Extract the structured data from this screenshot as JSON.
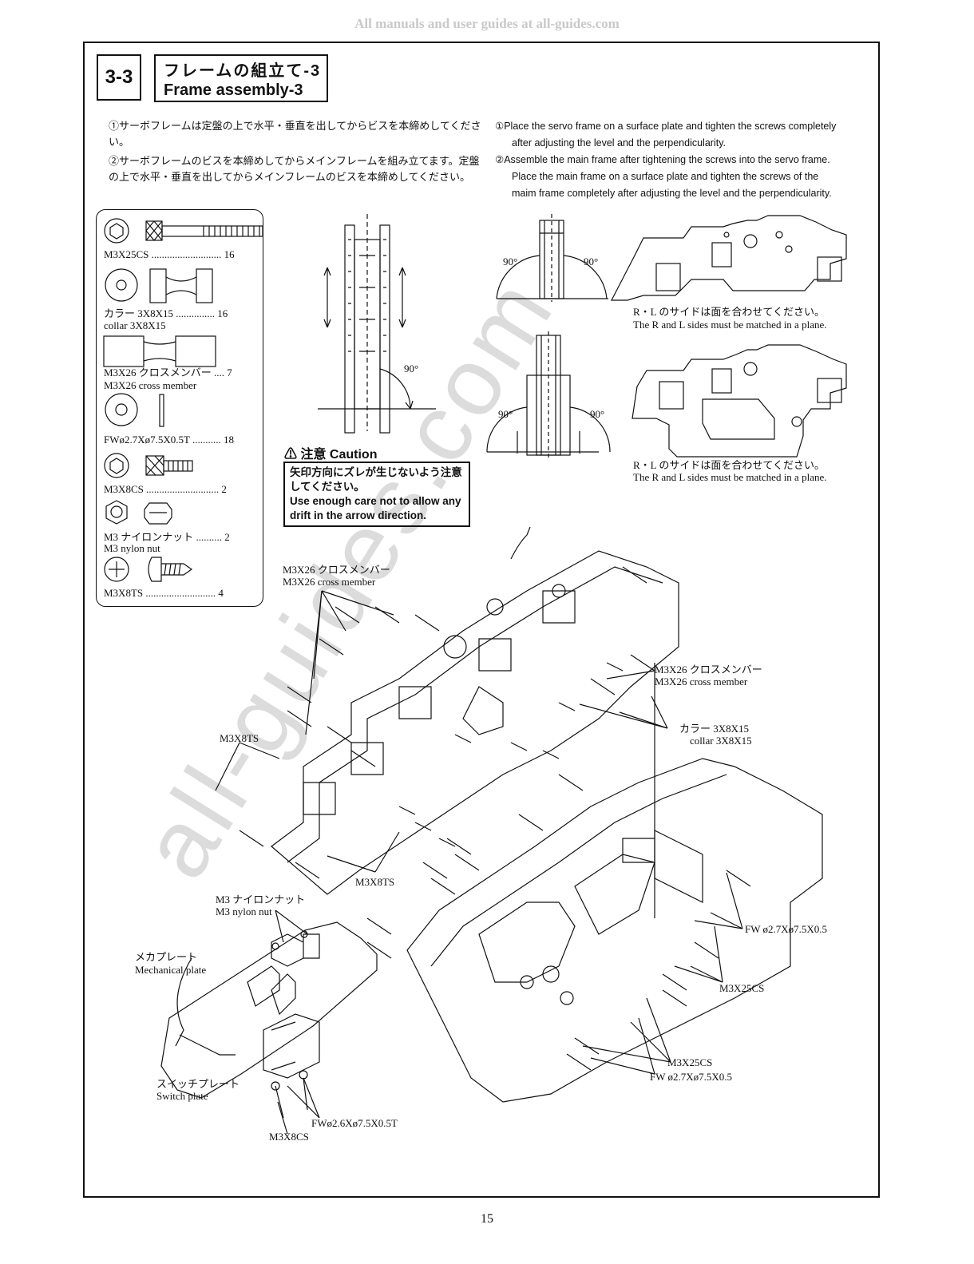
{
  "watermark": "All manuals and user guides at all-guides.com",
  "big_watermark": "all-guides.com",
  "step": {
    "number": "3-3",
    "title_jp": "フレームの組立て-3",
    "title_en": "Frame assembly-3"
  },
  "instructions_jp": [
    "①サーボフレームは定盤の上で水平・垂直を出してからビスを本締めしてください。",
    "②サーボフレームのビスを本締めしてからメインフレームを組み立てます。定盤の上で水平・垂直を出してからメインフレームのビスを本締めしてください。"
  ],
  "instructions_en": [
    "①Place the servo frame on a surface plate and tighten the screws completely",
    "after adjusting the level and the perpendicularity.",
    "②Assemble the main frame after tightening the screws into the servo frame.",
    "Place the main frame on a surface plate and tighten the screws of the",
    "maim frame completely after adjusting the level and the perpendicularity."
  ],
  "parts": [
    {
      "name": "M3X25CS ........................... 16",
      "sub": ""
    },
    {
      "name": "カラー 3X8X15  ............... 16",
      "sub": "collar 3X8X15"
    },
    {
      "name": "M3X26 クロスメンバー .... 7",
      "sub": "M3X26 cross member"
    },
    {
      "name": "FWø2.7Xø7.5X0.5T ........... 18",
      "sub": ""
    },
    {
      "name": "M3X8CS ............................ 2",
      "sub": ""
    },
    {
      "name": "M3 ナイロンナット .......... 2",
      "sub": "M3 nylon nut"
    },
    {
      "name": "M3X8TS   ........................... 4",
      "sub": ""
    }
  ],
  "angles": {
    "a1": "90°",
    "a2": "90°",
    "a3": "90°",
    "a4": "90°",
    "a5": "90°"
  },
  "rl_notes": [
    {
      "jp": "R・L のサイドは面を合わせてください。",
      "en": "The R and L sides must be matched in a plane."
    },
    {
      "jp": "R・L のサイドは面を合わせてください。",
      "en": "The R and L sides must be matched in a plane."
    }
  ],
  "caution": {
    "heading": "注意 Caution",
    "jp": "矢印方向にズレが生じないよう注意してください。",
    "en": "Use enough care not to allow any drift in the arrow direction."
  },
  "callouts": {
    "cross1_jp": "M3X26 クロスメンバー",
    "cross1_en": "M3X26 cross member",
    "cross2_jp": "M3X26 クロスメンバー",
    "cross2_en": "M3X26 cross member",
    "collar_jp": "カラー 3X8X15",
    "collar_en": "collar 3X8X15",
    "m3x8ts_1": "M3X8TS",
    "m3x8ts_2": "M3X8TS",
    "nut_jp": "M3 ナイロンナット",
    "nut_en": "M3 nylon nut",
    "mech_jp": "メカプレート",
    "mech_en": "Mechanical plate",
    "switch_jp": "スイッチプレート",
    "switch_en": "Switch plate",
    "fw_a": "FW ø2.7Xø7.5X0.5",
    "m3x25_a": "M3X25CS",
    "m3x25_b": "M3X25CS",
    "fw_b": "FW ø2.7Xø7.5X0.5",
    "fw_c": "FWø2.6Xø7.5X0.5T",
    "m3x8cs": "M3X8CS"
  },
  "page_number": "15"
}
